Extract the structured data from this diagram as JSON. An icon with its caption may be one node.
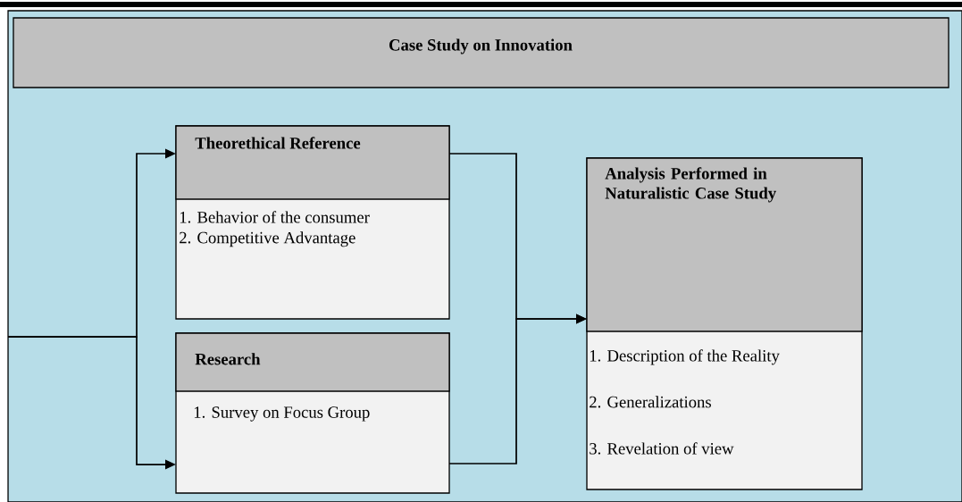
{
  "diagram": {
    "nodes": [
      {
        "text": [
          "Case Study on Innovation"
        ]
      },
      {
        "text": [
          "Theorethical Reference",
          "1. Behavior of the consumer",
          "2. Competitive Advantage"
        ]
      },
      {
        "text": [
          "Research",
          "1. Survey on Focus Group"
        ]
      },
      {
        "text": [
          "Analysis Performed in Naturalistic Case Study",
          "1. Description of the Reality",
          "2. Generalizations",
          "3. Revelation of view"
        ]
      }
    ],
    "edges": [
      {
        "from": null,
        "to": 1,
        "arrow": "to"
      },
      {
        "from": null,
        "to": 2,
        "arrow": "to"
      },
      {
        "from": 1,
        "to": 3,
        "arrow": "to"
      },
      {
        "from": 2,
        "to": 3,
        "arrow": "to"
      }
    ]
  }
}
